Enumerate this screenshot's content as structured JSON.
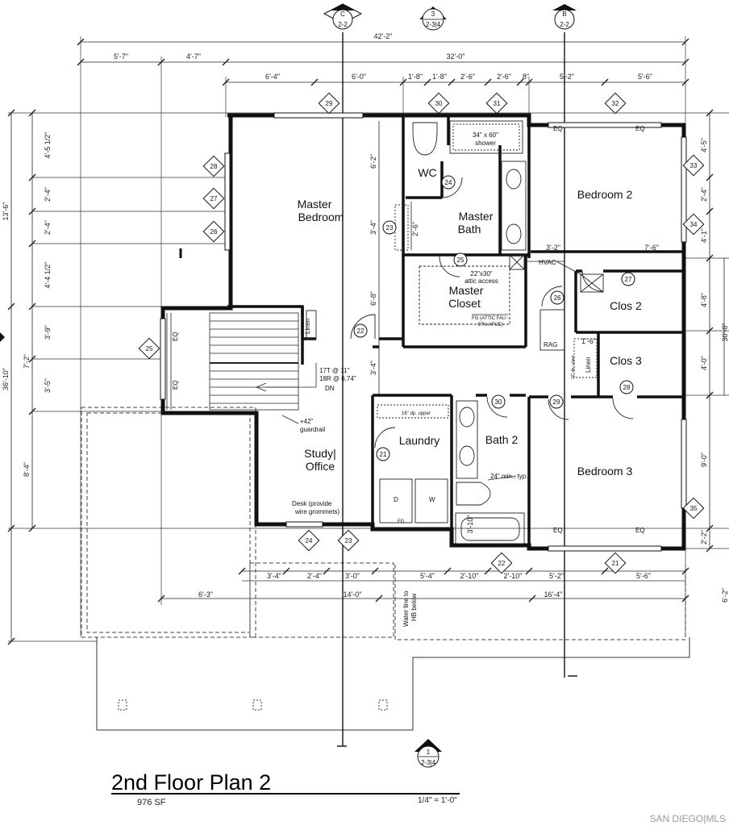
{
  "title": "2nd Floor Plan 2",
  "area": "976 SF",
  "scale": "1/4\" = 1'-0\"",
  "watermark": "SAN DIEGO|MLS",
  "section_markers": [
    {
      "letter": "C",
      "sheet": "2-2"
    },
    {
      "number": "3",
      "sheet": "2-3|4"
    },
    {
      "letter": "B",
      "sheet": "2-2"
    },
    {
      "number": "1",
      "sheet": "2-3|4"
    }
  ],
  "rooms": {
    "master_bedroom": [
      "Master",
      "Bedroom"
    ],
    "wc": "WC",
    "master_bath": [
      "Master",
      "Bath"
    ],
    "bedroom2": "Bedroom 2",
    "master_closet": [
      "Master",
      "Closet"
    ],
    "clos2": "Clos 2",
    "clos3": "Clos 3",
    "study": [
      "Study|",
      "Office"
    ],
    "laundry": "Laundry",
    "bath2": "Bath 2",
    "bedroom3": "Bedroom 3"
  },
  "notes": {
    "shower": [
      "34\" x 60\"",
      "shower"
    ],
    "attic": [
      "22\"x30\"",
      "attic access"
    ],
    "fau": [
      "FG (ATTIC FAU -",
      "97% AFUE)"
    ],
    "hvac": "HVAC",
    "rag": "RAG",
    "linen": "Linen",
    "stairs": [
      "17T @ 11\"",
      "18R @ 6.74\"",
      "DN"
    ],
    "guardrail": [
      "+42\"",
      "guardrail"
    ],
    "upper16": "16\" dp. upper",
    "upper16b": "16\" dp. upper",
    "dryer": "D",
    "washer": "W",
    "fg": "FG",
    "desk": [
      "Desk (provide",
      "wire grommets)"
    ],
    "min24": "24\" min., typ.",
    "water": [
      "Water line to",
      "HB below"
    ],
    "eq": "EQ"
  },
  "dims": {
    "overall_width": "42'-2\"",
    "width_32": "32'-0\"",
    "top_5_7": "5'-7\"",
    "top_4_7": "4'-7\"",
    "top_6_4": "6'-4\"",
    "top_6_0": "6'-0\"",
    "top_1_8a": "1'-8\"",
    "top_1_8b": "1'-8\"",
    "top_2_6a": "2'-6\"",
    "top_2_6b": "2'-6\"",
    "top_8": "8\"",
    "top_5_2": "5'-2\"",
    "top_5_6": "5'-6\"",
    "overall_depth": "36'-10\"",
    "left_13_6": "13'-6\"",
    "left_7_2": "7'-2\"",
    "left_4_5": "4'-5 1/2\"",
    "left_2_4a": "2'-4\"",
    "left_2_4b": "2'-4\"",
    "left_4_4": "4'-4 1/2\"",
    "left_3_9": "3'-9\"",
    "left_3_5": "3'-5\"",
    "left_8_4": "8'-4\"",
    "right_4_5": "4'-5\"",
    "right_2_4": "2'-4\"",
    "right_4_1": "4'-1\"",
    "right_4_8": "4'-8\"",
    "right_30_8": "30'-8\"",
    "right_4_0": "4'-0\"",
    "right_9_0": "9'-0\"",
    "right_2_2": "2'-2\"",
    "right_6_2": "6'-2\"",
    "int_6_2": "6'-2\"",
    "int_3_4a": "3'-4\"",
    "int_6_8": "6'-8\"",
    "int_3_4b": "3'-4\"",
    "int_2_6": "2'-6\"",
    "int_3_2": "3'-2\"",
    "int_7_6": "7'-6\"",
    "int_1_6": "1'-6\"",
    "int_3_10": "3'-10\"",
    "bot_3_4": "3'-4\"",
    "bot_2_4": "2'-4\"",
    "bot_3_0": "3'-0\"",
    "bot_5_4": "5'-4\"",
    "bot_2_10a": "2'-10\"",
    "bot_2_10b": "2'-10\"",
    "bot_5_2": "5'-2\"",
    "bot_5_6": "5'-6\"",
    "bot_6_3": "6'-3\"",
    "bot_14_0": "14'-0\"",
    "bot_16_4": "16'-4\""
  },
  "tags": {
    "t21a": "21",
    "t21b": "21",
    "t22a": "22",
    "t22b": "22",
    "t23a": "23",
    "t23b": "23",
    "t24a": "24",
    "t24b": "24",
    "t25a": "25",
    "t25b": "25",
    "t26a": "26",
    "t26b": "26",
    "t27a": "27",
    "t27b": "27",
    "t28a": "28",
    "t28b": "28",
    "t29a": "29",
    "t29b": "29",
    "t30a": "30",
    "t30b": "30",
    "t31": "31",
    "t32": "32",
    "t33": "33",
    "t34": "34",
    "t35": "35"
  }
}
